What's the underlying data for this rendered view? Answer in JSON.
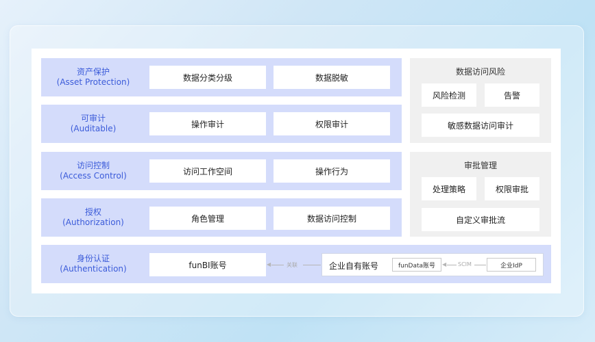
{
  "layers": [
    {
      "name": "资产保护",
      "en": "(Asset Protection)",
      "items": [
        "数据分类分级",
        "数据脱敏"
      ]
    },
    {
      "name": "可审计",
      "en": "(Auditable)",
      "items": [
        "操作审计",
        "权限审计"
      ]
    },
    {
      "name": "访问控制",
      "en": "(Access Control)",
      "items": [
        "访问工作空间",
        "操作行为"
      ]
    },
    {
      "name": "授权",
      "en": "(Authorization)",
      "items": [
        "角色管理",
        "数据访问控制"
      ]
    }
  ],
  "risk": {
    "title": "数据访问风险",
    "items": [
      "风险检测",
      "告警",
      "敏感数据访问审计"
    ]
  },
  "approval": {
    "title": "审批管理",
    "items": [
      "处理策略",
      "权限审批",
      "自定义审批流"
    ]
  },
  "auth": {
    "name": "身份认证",
    "en": "(Authentication)",
    "funbi": "funBI账号",
    "link_label": "关联",
    "enterprise": "企业自有账号",
    "fundata": "funData账号",
    "scim_label": "SCIM",
    "idp": "企业IdP"
  }
}
